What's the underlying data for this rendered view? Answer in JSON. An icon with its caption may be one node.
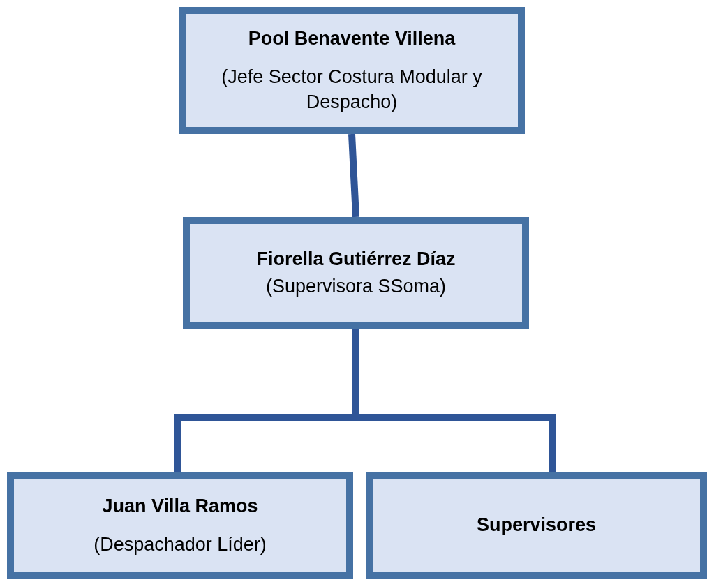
{
  "diagram": {
    "nodes": [
      {
        "text": [
          "Pool Benavente Villena",
          "(Jefe Sector Costura Modular y Despacho)"
        ]
      },
      {
        "text": [
          "Fiorella Gutiérrez Díaz",
          "(Supervisora SSoma)"
        ]
      },
      {
        "text": [
          "Juan Villa Ramos",
          "(Despachador Líder)"
        ]
      },
      {
        "text": [
          "Supervisores"
        ]
      }
    ],
    "edges": [
      {
        "from": 0,
        "to": 1,
        "arrow": "none"
      },
      {
        "from": 1,
        "to": 2,
        "arrow": "none"
      },
      {
        "from": 1,
        "to": 3,
        "arrow": "none"
      }
    ]
  }
}
